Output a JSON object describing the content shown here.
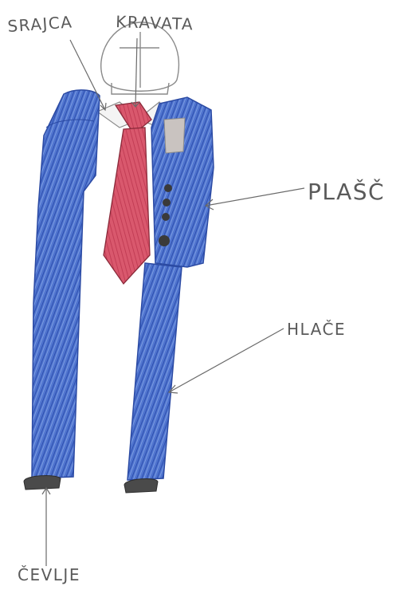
{
  "labels": {
    "shirt": "SRAJCA",
    "tie": "KRAVATA",
    "coat": "PLAŠČ",
    "trousers": "HLAČE",
    "shoes": "ČEVLJE"
  },
  "colors": {
    "paper": "#ffffff",
    "suit_blue": "#3f63c2",
    "suit_dark": "#2b4aa3",
    "tie_red": "#d2455e",
    "tie_outline": "#8a2a3a",
    "pencil": "#6a6a6a",
    "shoe": "#4a4a4a",
    "buttons": "#3a3a3a",
    "pocket_square": "#c9c3c0"
  }
}
